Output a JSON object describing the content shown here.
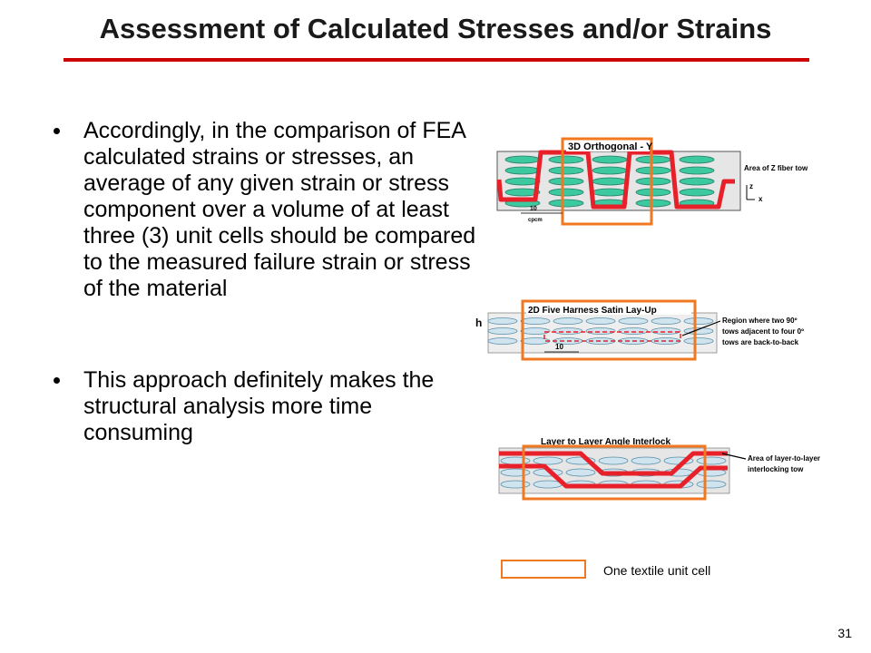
{
  "slide": {
    "title": "Assessment of Calculated Stresses and/or Strains",
    "bullets": [
      "Accordingly, in the comparison of FEA calculated strains or stresses, an average of any given strain or stress component over a volume of at least three (3) unit cells should be compared to the measured failure strain or stress of the material",
      "This approach definitely makes the structural analysis more time consuming"
    ],
    "page_number": "31",
    "colors": {
      "title_rule": "#cc0000",
      "unit_cell": "#f07820",
      "z_tow": "#e8202a",
      "tow_fill": "#3cc9a0"
    }
  },
  "figures": {
    "orthogonal": {
      "caption": "3D Orthogonal - Y",
      "note": "Area of Z fiber tow",
      "axis_z": "z",
      "axis_x": "x",
      "dim": "10",
      "dim_sub": "cpcm"
    },
    "satin": {
      "caption": "2D Five Harness Satin Lay-Up",
      "h_label": "h",
      "dim": "10",
      "note_lines": [
        "Region where two 90º",
        "tows adjacent to four 0º",
        "tows are back-to-back"
      ]
    },
    "interlock": {
      "caption": "Layer to Layer Angle Interlock",
      "note_lines": [
        "Area of layer-to-layer",
        "interlocking tow"
      ]
    }
  },
  "legend": {
    "label": "One textile unit cell"
  }
}
